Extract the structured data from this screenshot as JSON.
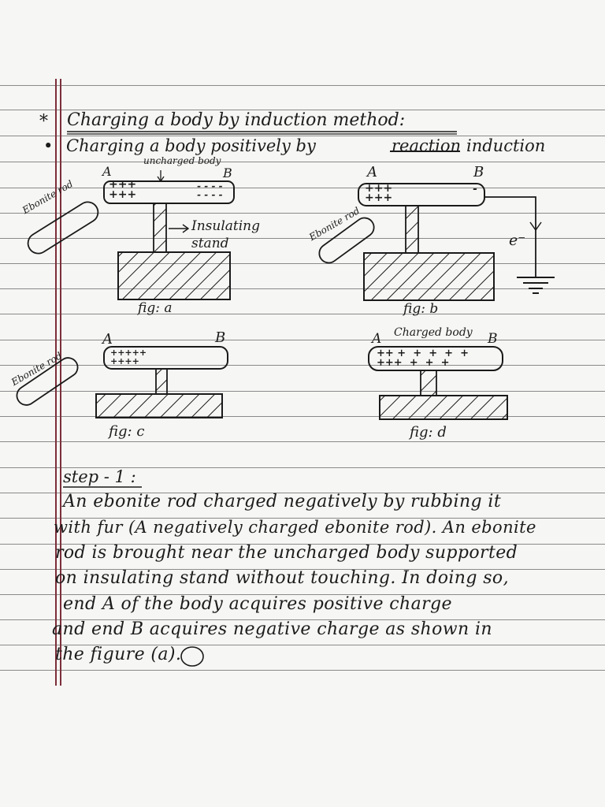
{
  "title": {
    "star": "*",
    "text": "Charging a body by induction method:",
    "bullet": "•",
    "subtitle_part1": "Charging a body positively by",
    "subtitle_struck": "reaction",
    "subtitle_part2": "induction"
  },
  "fig_a": {
    "label_a": "A",
    "label_b": "B",
    "uncharged_body": "uncharged body",
    "plus_charges": "+++\n+++",
    "minus_charges": "- - - -\n- - - -",
    "insulating_stand": "Insulating\nstand",
    "ebonite_rod": "Ebonite rod",
    "caption": "fig: a"
  },
  "fig_b": {
    "label_a": "A",
    "label_b": "B",
    "plus_charges": "+++\n+++",
    "minus_charges": "-",
    "ebonite_rod": "Ebonite rod",
    "electron": "e⁻",
    "caption": "fig: b"
  },
  "fig_c": {
    "label_a": "A",
    "label_b": "B",
    "plus_charges": "+++++\n++++",
    "ebonite_rod": "Ebonite rod",
    "caption": "fig: c"
  },
  "fig_d": {
    "label_a": "A",
    "label_b": "B",
    "charged_body": "Charged body",
    "plus_charges": "++ +  +  +  +  +\n+++  +  +  +",
    "caption": "fig: d"
  },
  "step": {
    "heading": "step - 1 :",
    "lines": [
      "An ebonite rod charged negatively by rubbing it",
      "with fur (A negatively charged ebonite rod). An ebonite",
      "rod is brought near the uncharged body supported",
      "on insulating stand without touching. In doing so,",
      "end A of the body acquires positive charge",
      "and end B acquires negative charge as shown in",
      "the figure (a)."
    ]
  }
}
